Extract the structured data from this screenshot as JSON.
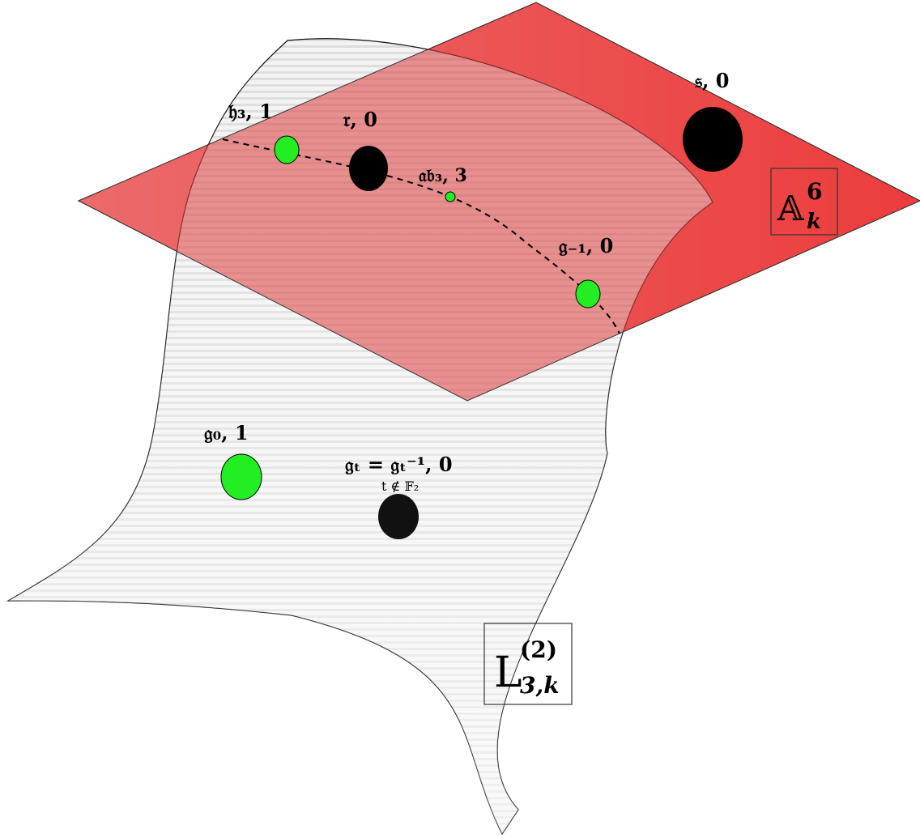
{
  "colors": {
    "plane_fill_left": "#ff9a9a",
    "plane_fill_right": "#ff4444",
    "surface_fill": "#eeeeee",
    "point_green": "#22ee22",
    "point_black": "#000000"
  },
  "plane": {
    "label_main": "𝔸",
    "label_sup": "6",
    "label_sub": "k"
  },
  "surface": {
    "label_main": "L",
    "label_sup": "(2)",
    "label_sub": "3,k"
  },
  "points": [
    {
      "id": "h3",
      "text": "𝔥₃, 1",
      "color": "green"
    },
    {
      "id": "r",
      "text": "𝔯, 0",
      "color": "black"
    },
    {
      "id": "ab3",
      "text": "𝔞𝔟₃, 3",
      "color": "green"
    },
    {
      "id": "s",
      "text": "𝔰, 0",
      "color": "black"
    },
    {
      "id": "g-1",
      "text": "𝔤₋₁, 0",
      "color": "green"
    },
    {
      "id": "g0",
      "text": "𝔤₀, 1",
      "color": "green"
    },
    {
      "id": "gt",
      "text": "𝔤ₜ = 𝔤ₜ⁻¹, 0",
      "color": "black",
      "note": "t ∉ 𝔽₂"
    }
  ]
}
